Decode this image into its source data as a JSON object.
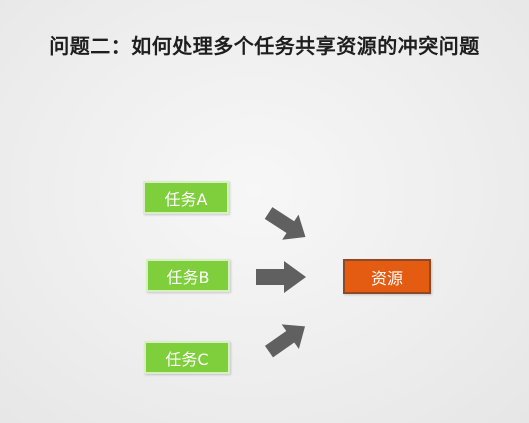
{
  "title": "问题二：如何处理多个任务共享资源的冲突问题",
  "tasks": [
    {
      "label": "任务A"
    },
    {
      "label": "任务B"
    },
    {
      "label": "任务C"
    }
  ],
  "resource": {
    "label": "资源"
  },
  "colors": {
    "task_fill": "#7fce3c",
    "resource_fill": "#e35c12",
    "arrow": "#606060",
    "title_text": "#1e1e1e"
  }
}
